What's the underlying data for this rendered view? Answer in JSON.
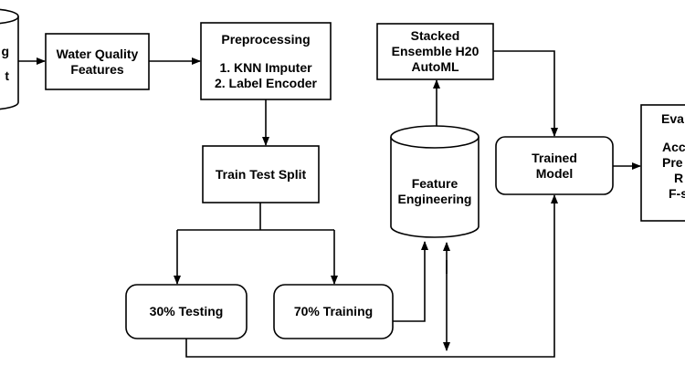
{
  "diagram": {
    "dataset_cylinder": {
      "line1": "g",
      "line2": "t"
    },
    "water_quality": {
      "line1": "Water Quality",
      "line2": "Features"
    },
    "preprocessing": {
      "title": "Preprocessing",
      "step1": "1. KNN Imputer",
      "step2": "2. Label Encoder"
    },
    "train_test_split": {
      "label": "Train Test Split"
    },
    "testing": {
      "label": "30% Testing"
    },
    "training": {
      "label": "70% Training"
    },
    "feature_engineering": {
      "line1": "Feature",
      "line2": "Engineering"
    },
    "stacked_ensemble": {
      "line1": "Stacked",
      "line2": "Ensemble H20",
      "line3": "AutoML"
    },
    "trained_model": {
      "line1": "Trained",
      "line2": "Model"
    },
    "evaluation": {
      "title": "Eva",
      "metric1": "Acc",
      "metric2": "Pre",
      "metric3": "R",
      "metric4": "F-s"
    }
  },
  "colors": {
    "stroke": "#000000",
    "fill": "#ffffff",
    "text": "#000000"
  }
}
